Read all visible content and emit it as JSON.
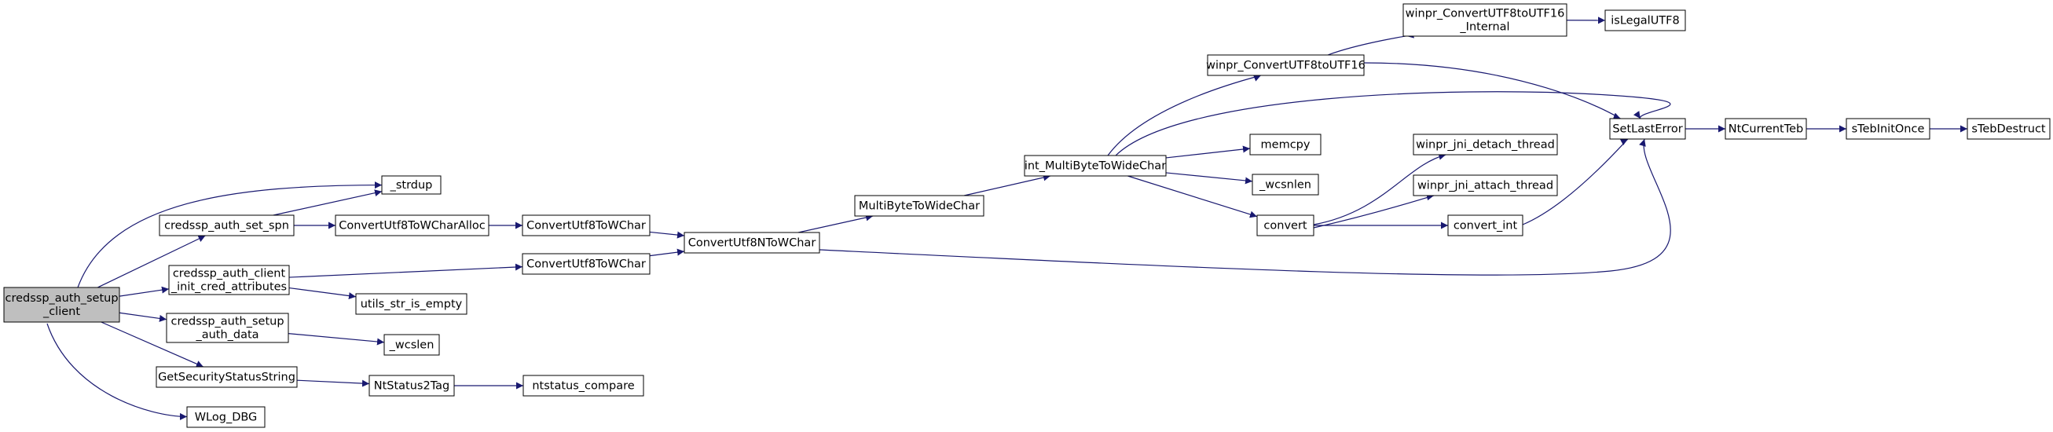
{
  "colors": {
    "edge": "#191970",
    "node_border": "#000000",
    "node_fill": "#ffffff",
    "root_fill": "#bfbfbf"
  },
  "nodes": [
    {
      "id": "root",
      "lines": [
        "credssp_auth_setup",
        "_client"
      ],
      "root": true
    },
    {
      "id": "strdup",
      "lines": [
        "_strdup"
      ]
    },
    {
      "id": "set_spn",
      "lines": [
        "credssp_auth_set_spn"
      ]
    },
    {
      "id": "init_cred",
      "lines": [
        "credssp_auth_client",
        "_init_cred_attributes"
      ]
    },
    {
      "id": "setup_auth",
      "lines": [
        "credssp_auth_setup",
        "_auth_data"
      ]
    },
    {
      "id": "getsec",
      "lines": [
        "GetSecurityStatusString"
      ]
    },
    {
      "id": "wlog",
      "lines": [
        "WLog_DBG"
      ]
    },
    {
      "id": "alloc",
      "lines": [
        "ConvertUtf8ToWCharAlloc"
      ]
    },
    {
      "id": "conv1",
      "lines": [
        "ConvertUtf8ToWChar"
      ]
    },
    {
      "id": "conv2",
      "lines": [
        "ConvertUtf8ToWChar"
      ]
    },
    {
      "id": "utils_empty",
      "lines": [
        "utils_str_is_empty"
      ]
    },
    {
      "id": "wcslen1",
      "lines": [
        "_wcslen"
      ]
    },
    {
      "id": "nt2tag",
      "lines": [
        "NtStatus2Tag"
      ]
    },
    {
      "id": "ntcmp",
      "lines": [
        "ntstatus_compare"
      ]
    },
    {
      "id": "utf8n",
      "lines": [
        "ConvertUtf8NToWChar"
      ]
    },
    {
      "id": "mb2wc",
      "lines": [
        "MultiByteToWideChar"
      ]
    },
    {
      "id": "int_mb2wc",
      "lines": [
        "int_MultiByteToWideChar"
      ]
    },
    {
      "id": "winpr_conv",
      "lines": [
        "winpr_ConvertUTF8toUTF16"
      ]
    },
    {
      "id": "winpr_conv_int",
      "lines": [
        "winpr_ConvertUTF8toUTF16",
        "_Internal"
      ]
    },
    {
      "id": "islegal",
      "lines": [
        "isLegalUTF8"
      ]
    },
    {
      "id": "memcpy",
      "lines": [
        "memcpy"
      ]
    },
    {
      "id": "wcsnlen",
      "lines": [
        "_wcsnlen"
      ]
    },
    {
      "id": "convert",
      "lines": [
        "convert"
      ]
    },
    {
      "id": "jni_detach",
      "lines": [
        "winpr_jni_detach_thread"
      ]
    },
    {
      "id": "jni_attach",
      "lines": [
        "winpr_jni_attach_thread"
      ]
    },
    {
      "id": "convert_int",
      "lines": [
        "convert_int"
      ]
    },
    {
      "id": "setlast",
      "lines": [
        "SetLastError"
      ]
    },
    {
      "id": "ntteb",
      "lines": [
        "NtCurrentTeb"
      ]
    },
    {
      "id": "tebinit",
      "lines": [
        "sTebInitOnce"
      ]
    },
    {
      "id": "tebdestruct",
      "lines": [
        "sTebDestruct"
      ]
    }
  ],
  "edges": [
    [
      "root",
      "strdup"
    ],
    [
      "root",
      "set_spn"
    ],
    [
      "root",
      "init_cred"
    ],
    [
      "root",
      "setup_auth"
    ],
    [
      "root",
      "getsec"
    ],
    [
      "root",
      "wlog"
    ],
    [
      "set_spn",
      "strdup"
    ],
    [
      "set_spn",
      "alloc"
    ],
    [
      "alloc",
      "conv1"
    ],
    [
      "conv1",
      "utf8n"
    ],
    [
      "init_cred",
      "conv2"
    ],
    [
      "init_cred",
      "utils_empty"
    ],
    [
      "conv2",
      "utf8n"
    ],
    [
      "setup_auth",
      "wcslen1"
    ],
    [
      "getsec",
      "nt2tag"
    ],
    [
      "nt2tag",
      "ntcmp"
    ],
    [
      "utf8n",
      "mb2wc"
    ],
    [
      "utf8n",
      "setlast"
    ],
    [
      "mb2wc",
      "int_mb2wc"
    ],
    [
      "int_mb2wc",
      "winpr_conv"
    ],
    [
      "int_mb2wc",
      "setlast"
    ],
    [
      "int_mb2wc",
      "memcpy"
    ],
    [
      "int_mb2wc",
      "wcsnlen"
    ],
    [
      "int_mb2wc",
      "convert"
    ],
    [
      "winpr_conv",
      "winpr_conv_int"
    ],
    [
      "winpr_conv",
      "setlast"
    ],
    [
      "winpr_conv_int",
      "islegal"
    ],
    [
      "convert",
      "jni_detach"
    ],
    [
      "convert",
      "jni_attach"
    ],
    [
      "convert",
      "convert_int"
    ],
    [
      "convert_int",
      "setlast"
    ],
    [
      "setlast",
      "ntteb"
    ],
    [
      "ntteb",
      "tebinit"
    ],
    [
      "tebinit",
      "tebdestruct"
    ]
  ]
}
